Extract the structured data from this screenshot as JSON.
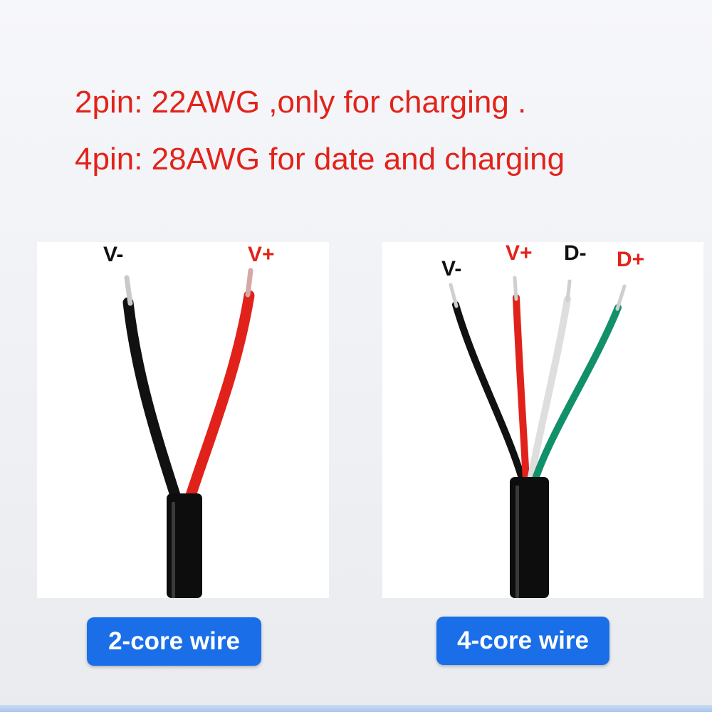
{
  "headline": {
    "line1": "2pin: 22AWG ,only for charging .",
    "line2": "4pin: 28AWG for date and charging"
  },
  "two_core": {
    "badge": "2-core wire",
    "labels": {
      "v_minus": "V-",
      "v_plus": "V+"
    }
  },
  "four_core": {
    "badge": "4-core wire",
    "labels": {
      "v_minus": "V-",
      "v_plus": "V+",
      "d_minus": "D-",
      "d_plus": "D+"
    }
  },
  "colors": {
    "headline": "#e2231a",
    "label_black": "#111111",
    "label_red": "#e2231a",
    "badge_blue": "#1a6fe8",
    "wire_black": "#111111",
    "wire_red": "#e0221b",
    "wire_white": "#dedede",
    "wire_green": "#12906a",
    "jacket": "#0d0d0d"
  }
}
